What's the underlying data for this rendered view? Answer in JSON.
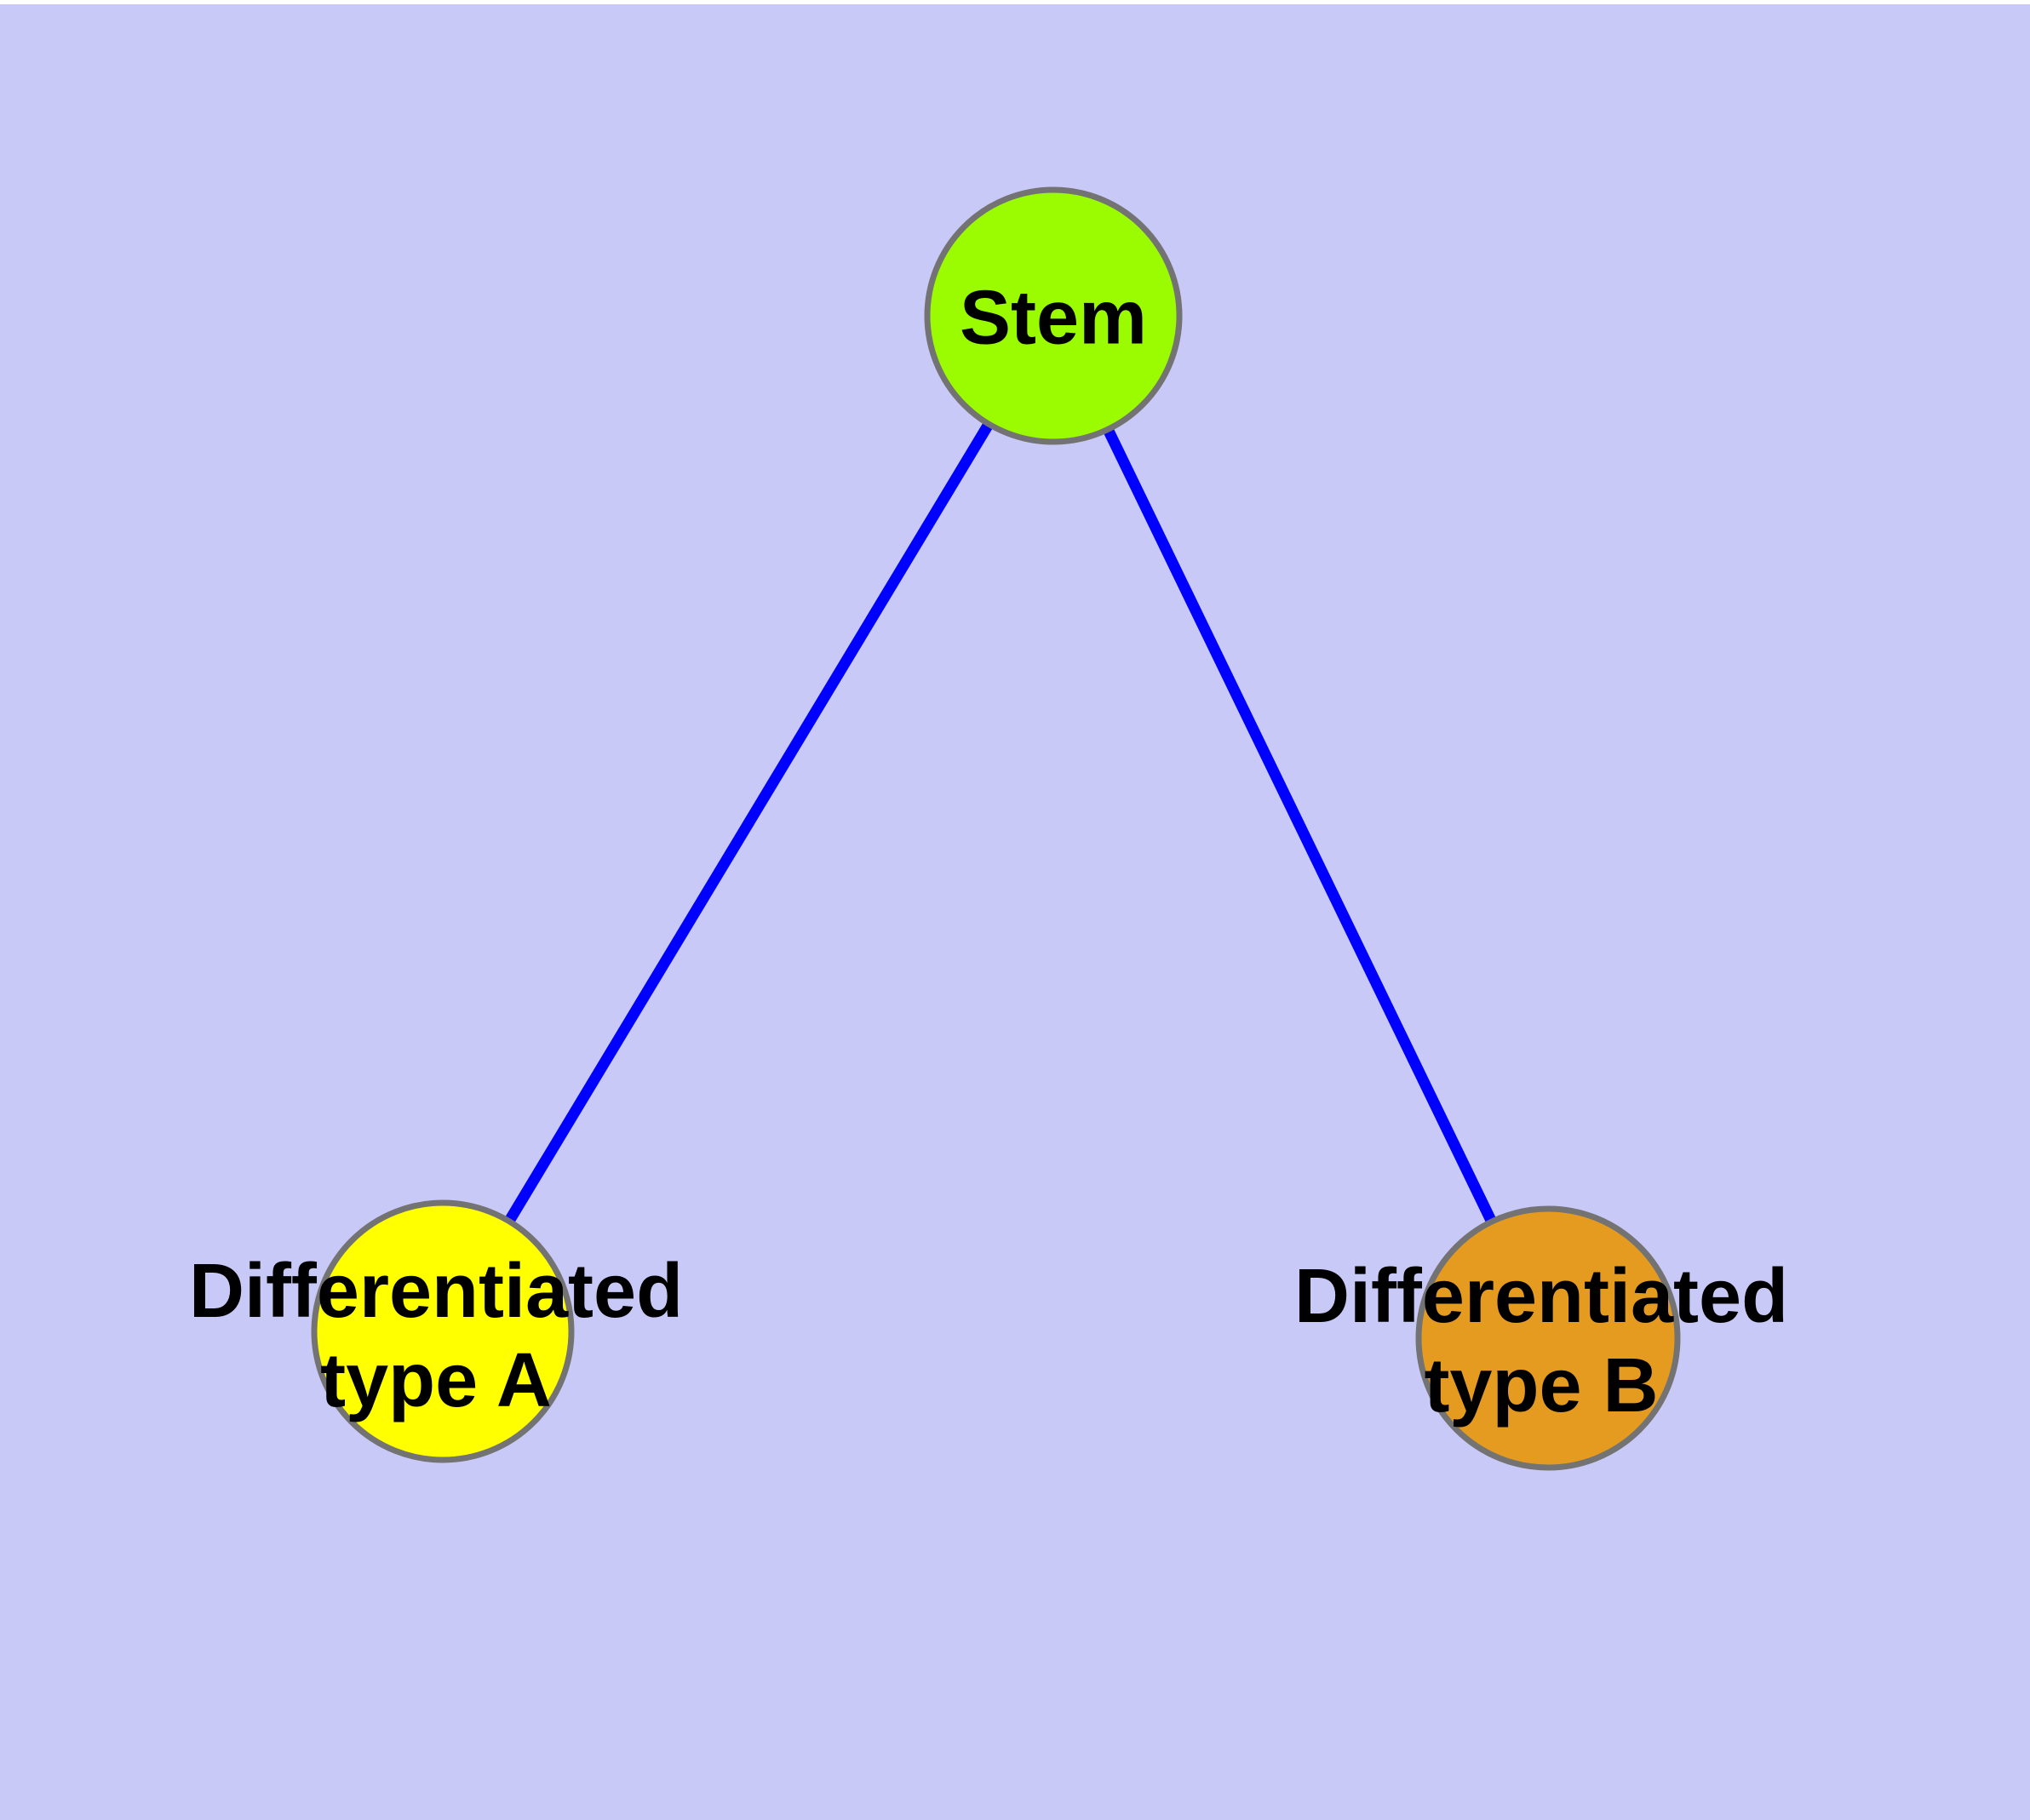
{
  "diagram": {
    "type": "graph",
    "background_color": "#C9C9F8",
    "top_margin_color": "#FFFFFF",
    "node_border_color": "#737373",
    "edge_color": "#0000FF",
    "label_color": "#000000",
    "nodes": [
      {
        "id": "stem",
        "label": "Stem",
        "color": "#9BFB00"
      },
      {
        "id": "differentiated-type-a",
        "label_line1": "Differentiated",
        "label_line2": "type A",
        "color": "#FFFF00"
      },
      {
        "id": "differentiated-type-b",
        "label_line1": "Differentiated",
        "label_line2": "type B",
        "color": "#E49B20"
      }
    ],
    "edges": [
      {
        "from": "Stem",
        "to": "Differentiated type A"
      },
      {
        "from": "Stem",
        "to": "Differentiated type B"
      }
    ]
  }
}
